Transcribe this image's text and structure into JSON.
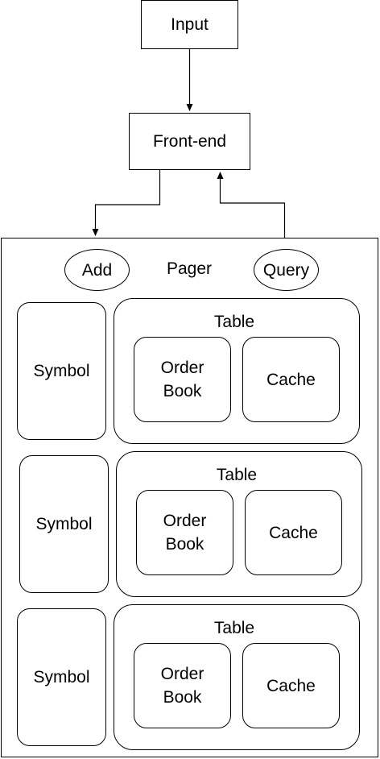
{
  "nodes": {
    "input": "Input",
    "frontend": "Front-end",
    "pager": "Pager",
    "add": "Add",
    "query": "Query"
  },
  "groups": [
    {
      "symbol": "Symbol",
      "table": "Table",
      "order_book": "Order\nBook",
      "cache": "Cache"
    },
    {
      "symbol": "Symbol",
      "table": "Table",
      "order_book": "Order\nBook",
      "cache": "Cache"
    },
    {
      "symbol": "Symbol",
      "table": "Table",
      "order_book": "Order\nBook",
      "cache": "Cache"
    }
  ],
  "edges": [
    {
      "from": "Input",
      "to": "Front-end"
    },
    {
      "from": "Front-end",
      "to": "Pager"
    },
    {
      "from": "Pager",
      "to": "Front-end"
    }
  ]
}
